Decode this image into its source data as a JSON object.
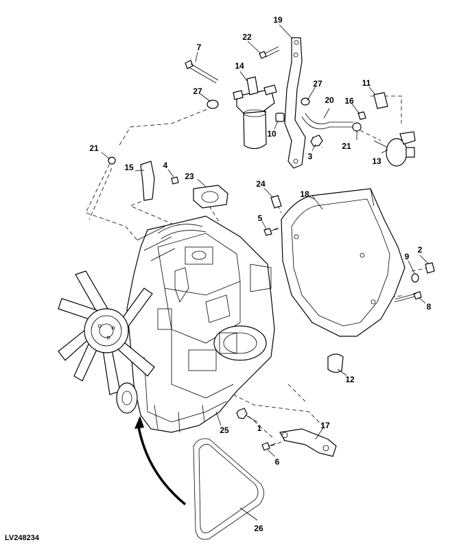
{
  "figure_ref": "LV248234",
  "callouts": [
    {
      "id": "c1",
      "label": "1"
    },
    {
      "id": "c2",
      "label": "2"
    },
    {
      "id": "c3",
      "label": "3"
    },
    {
      "id": "c4",
      "label": "4"
    },
    {
      "id": "c5",
      "label": "5"
    },
    {
      "id": "c6",
      "label": "6"
    },
    {
      "id": "c7",
      "label": "7"
    },
    {
      "id": "c8",
      "label": "8"
    },
    {
      "id": "c9",
      "label": "9"
    },
    {
      "id": "c10",
      "label": "10"
    },
    {
      "id": "c11",
      "label": "11"
    },
    {
      "id": "c12",
      "label": "12"
    },
    {
      "id": "c13",
      "label": "13"
    },
    {
      "id": "c14",
      "label": "14"
    },
    {
      "id": "c15",
      "label": "15"
    },
    {
      "id": "c16",
      "label": "16"
    },
    {
      "id": "c17",
      "label": "17"
    },
    {
      "id": "c18",
      "label": "18"
    },
    {
      "id": "c19",
      "label": "19"
    },
    {
      "id": "c20",
      "label": "20"
    },
    {
      "id": "c21a",
      "label": "21"
    },
    {
      "id": "c21b",
      "label": "21"
    },
    {
      "id": "c22",
      "label": "22"
    },
    {
      "id": "c23",
      "label": "23"
    },
    {
      "id": "c24",
      "label": "24"
    },
    {
      "id": "c25",
      "label": "25"
    },
    {
      "id": "c26",
      "label": "26"
    },
    {
      "id": "c27a",
      "label": "27"
    },
    {
      "id": "c27b",
      "label": "27"
    }
  ]
}
